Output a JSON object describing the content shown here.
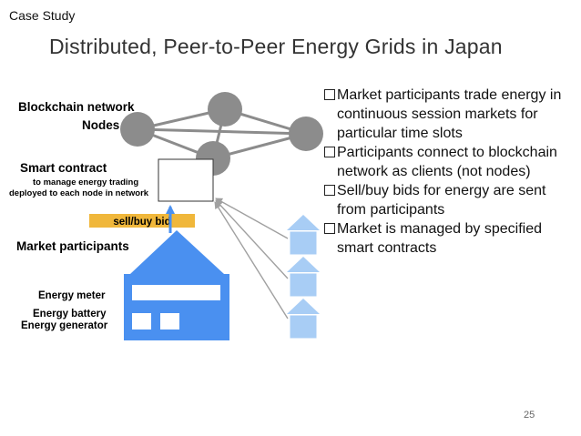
{
  "header": {
    "case_label": "Case Study",
    "title": "Distributed, Peer-to-Peer Energy Grids in Japan"
  },
  "diagram": {
    "blockchain_label": "Blockchain network",
    "nodes_label": "Nodes",
    "smart_contract_title": "Smart contract",
    "smart_contract_line1": "to manage energy trading",
    "smart_contract_line2": "deployed to each node in network",
    "bid_label": "sell/buy bid",
    "participants_label": "Market participants",
    "energy_meter_label": "Energy meter",
    "energy_battery_label": "Energy battery",
    "energy_generator_label": "Energy generator",
    "colors": {
      "node": "#8c8c8c",
      "house": "#4a90f0",
      "small_house": "#a8cdf5",
      "bid_bar": "#f0b73b",
      "arrow": "#a0a0a0"
    }
  },
  "bullets": [
    "Market participants trade energy in continuous session markets for particular time slots",
    "Participants connect to blockchain network as clients (not nodes)",
    "Sell/buy bids for energy are sent from participants",
    "Market is managed by specified smart contracts"
  ],
  "footer": {
    "page_number": "25"
  }
}
